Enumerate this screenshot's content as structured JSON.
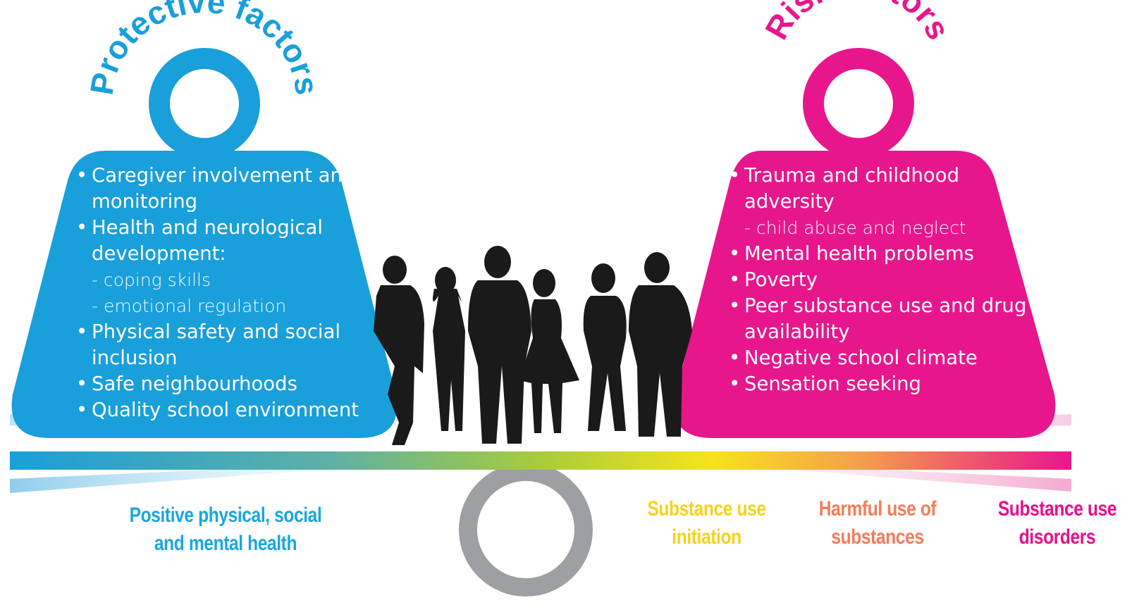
{
  "protective": {
    "title": "Protective factors",
    "color": "#199fda",
    "items": [
      {
        "text": "Caregiver involvement and monitoring",
        "subitems": []
      },
      {
        "text": "Health and neurological development:",
        "subitems": [
          "coping skills",
          "emotional regulation"
        ]
      },
      {
        "text": "Physical safety and social inclusion",
        "subitems": []
      },
      {
        "text": "Safe neighbourhoods",
        "subitems": []
      },
      {
        "text": "Quality school environment",
        "subitems": []
      }
    ]
  },
  "risk": {
    "title": "Risk factors",
    "color": "#e8168c",
    "items": [
      {
        "text": "Trauma and childhood adversity",
        "subitems": [
          "child abuse and neglect"
        ]
      },
      {
        "text": "Mental health problems",
        "subitems": []
      },
      {
        "text": "Poverty",
        "subitems": []
      },
      {
        "text": "Peer substance use and drug availability",
        "subitems": []
      },
      {
        "text": "Negative school climate",
        "subitems": []
      },
      {
        "text": "Sensation seeking",
        "subitems": []
      }
    ]
  },
  "outcomes": {
    "positive": "Positive physical, social and mental health",
    "initiation": "Substance use initiation",
    "harmful": "Harmful use of substances",
    "disorders": "Substance use disorders"
  },
  "colors": {
    "positive": "#1ba6de",
    "initiation": "#f8d11d",
    "harmful": "#f47c5a",
    "disorders": "#ea0e8b",
    "fulcrum": "#9d9fa2",
    "silhouette": "#1a1a1a"
  },
  "icons": [
    "protective-weight-icon",
    "risk-weight-icon",
    "people-silhouette-icon",
    "fulcrum-ring-icon"
  ]
}
